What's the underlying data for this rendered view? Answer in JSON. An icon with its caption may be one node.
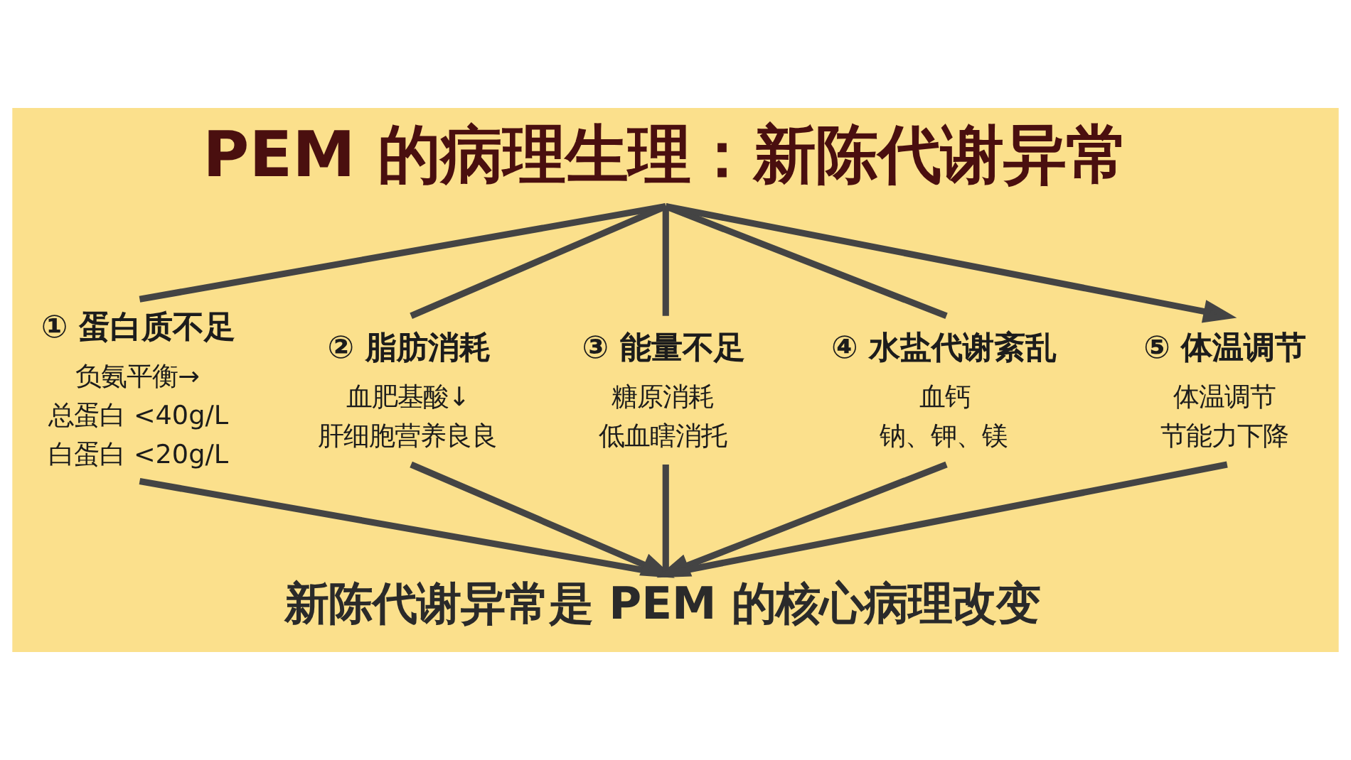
{
  "diagram": {
    "nodes": [
      {
        "text": [
          "PEM 的病理生理：新陈代谢异常"
        ]
      },
      {
        "text": [
          "① 蛋白质不足",
          "负氨平衡→",
          "总蛋白 <40g/L",
          "白蛋白 <20g/L"
        ]
      },
      {
        "text": [
          "② 脂肪消耗",
          "血肥基酸↓",
          "肝细胞营养良良"
        ]
      },
      {
        "text": [
          "③ 能量不足",
          "糖原消耗",
          "低血瞎消托"
        ]
      },
      {
        "text": [
          "④ 水盐代谢紊乱",
          "血钙",
          "钠、钾、镁"
        ]
      },
      {
        "text": [
          "⑤ 体温调节",
          "体温调节",
          "节能力下降"
        ]
      },
      {
        "text": [
          "新陈代谢异常是 PEM 的核心病理改变"
        ]
      }
    ],
    "edges": [
      {
        "from": 0,
        "to": 1,
        "arrow": "none"
      },
      {
        "from": 0,
        "to": 2,
        "arrow": "none"
      },
      {
        "from": 0,
        "to": 3,
        "arrow": "none"
      },
      {
        "from": 0,
        "to": 4,
        "arrow": "none"
      },
      {
        "from": 0,
        "to": 5,
        "arrow": "to"
      },
      {
        "from": 1,
        "to": 6,
        "arrow": "none"
      },
      {
        "from": 2,
        "to": 6,
        "arrow": "to"
      },
      {
        "from": 3,
        "to": 6,
        "arrow": "none"
      },
      {
        "from": 4,
        "to": 6,
        "arrow": "to"
      },
      {
        "from": 5,
        "to": 6,
        "arrow": "none"
      }
    ]
  }
}
